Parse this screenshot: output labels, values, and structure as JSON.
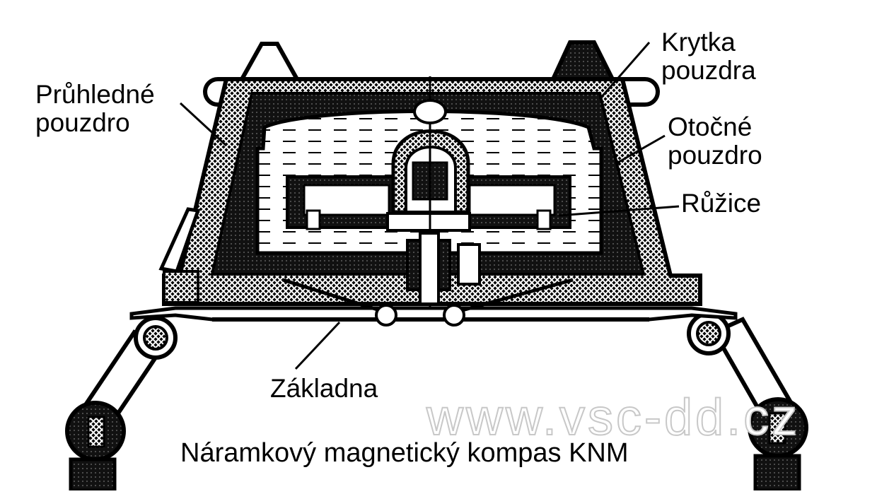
{
  "labels": {
    "pruhledne_line1": "Průhledné",
    "pruhledne_line2": "pouzdro",
    "krytka_line1": "Krytka",
    "krytka_line2": "pouzdra",
    "otocne_line1": "Otočné",
    "otocne_line2": "pouzdro",
    "ruzice": "Růžice",
    "zakladna": "Základna"
  },
  "caption": "Náramkový magnetický kompas KNM",
  "watermark": "www.vsc-dd.cz",
  "colors": {
    "ink": "#000000",
    "paper": "#ffffff",
    "watermark": "#c8c8c8"
  }
}
